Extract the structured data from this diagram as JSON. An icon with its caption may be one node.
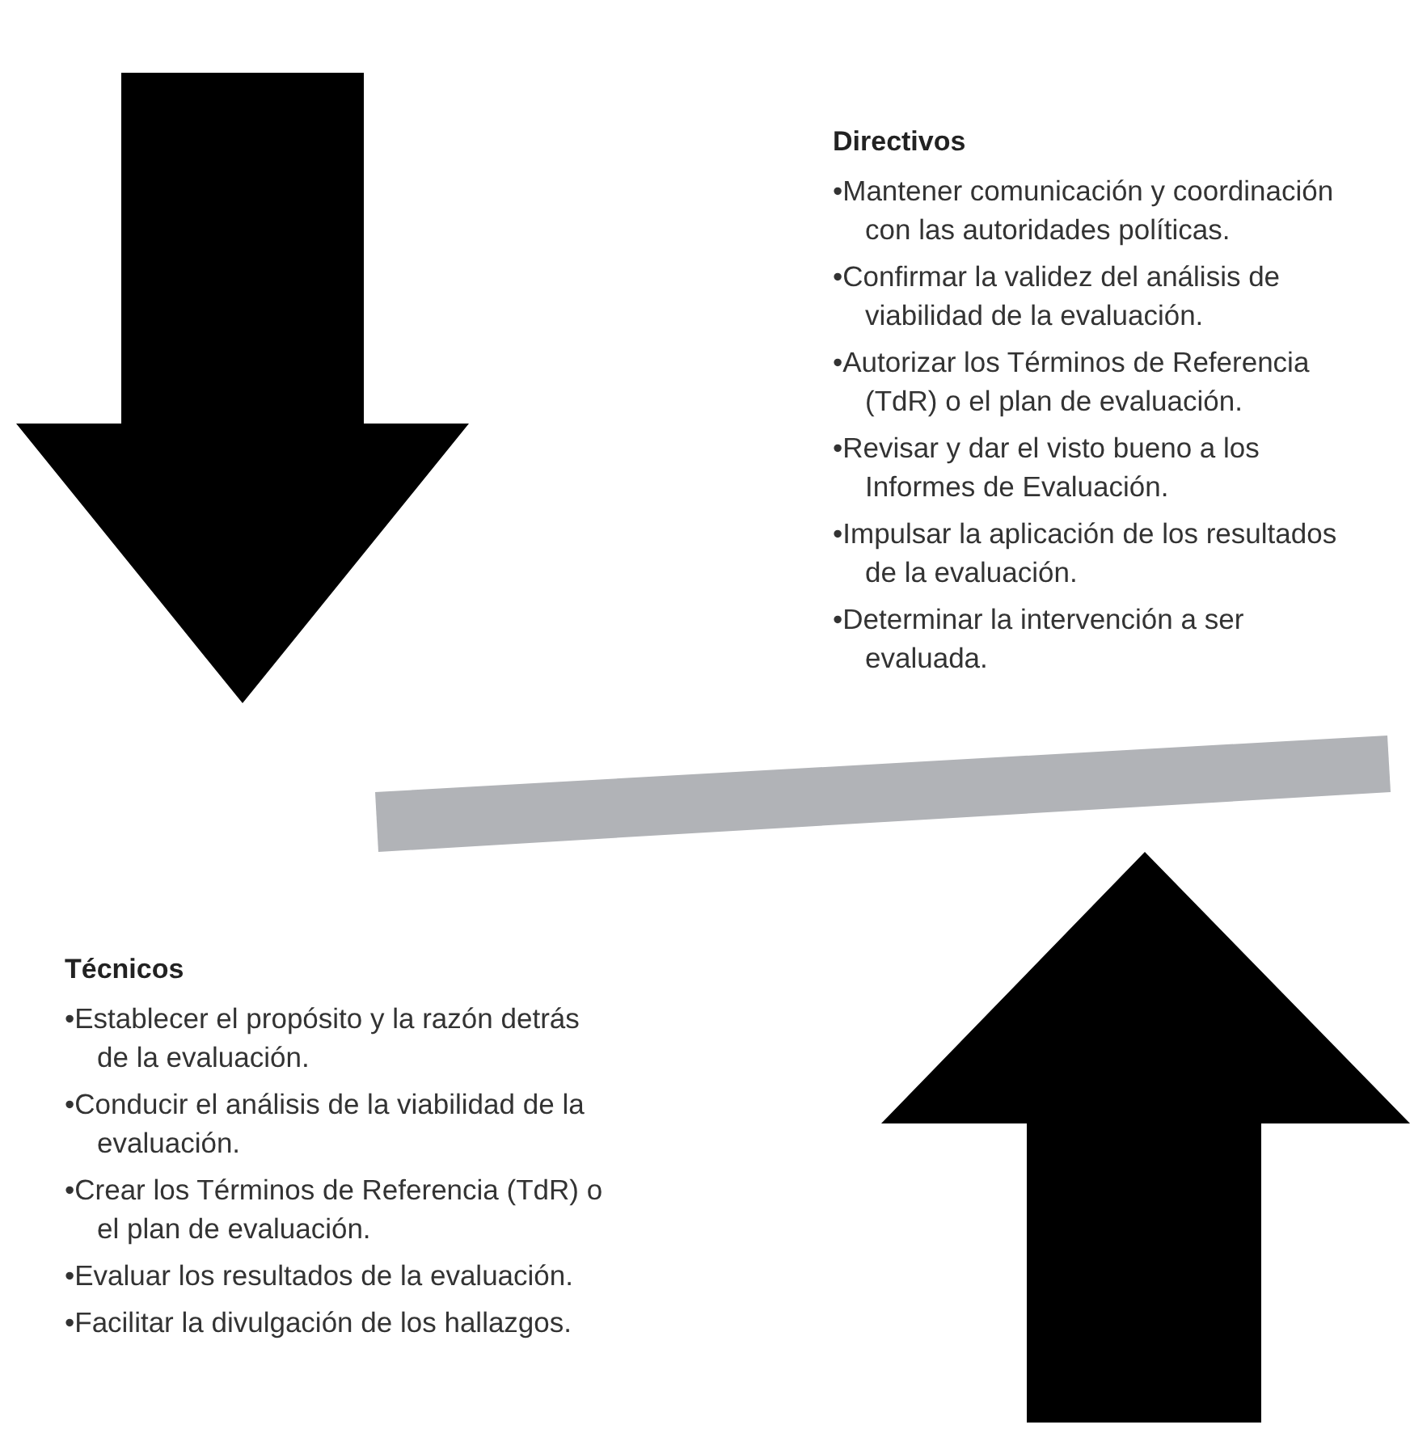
{
  "diagram": {
    "labels": [
      "Directivos",
      "•Mantener comunicación y coordinación con las autoridades políticas.",
      "•Confirmar la validez del análisis de viabilidad de la evaluación.",
      "•Autorizar los Términos de Referencia (TdR) o el plan de evaluación.",
      "•Revisar y dar el visto bueno a los Informes de Evaluación.",
      "•Impulsar la aplicación de los resultados de la evaluación.",
      "•Determinar la intervención a ser evaluada.",
      "Técnicos",
      "•Establecer el propósito y la razón detrás de la evaluación.",
      "•Conducir el análisis de la viabilidad de la evaluación.",
      "•Crear los Términos de Referencia (TdR) o el plan de evaluación.",
      "•Evaluar los resultados de la evaluación.",
      "•Facilitar la divulgación de los hallazgos."
    ]
  }
}
